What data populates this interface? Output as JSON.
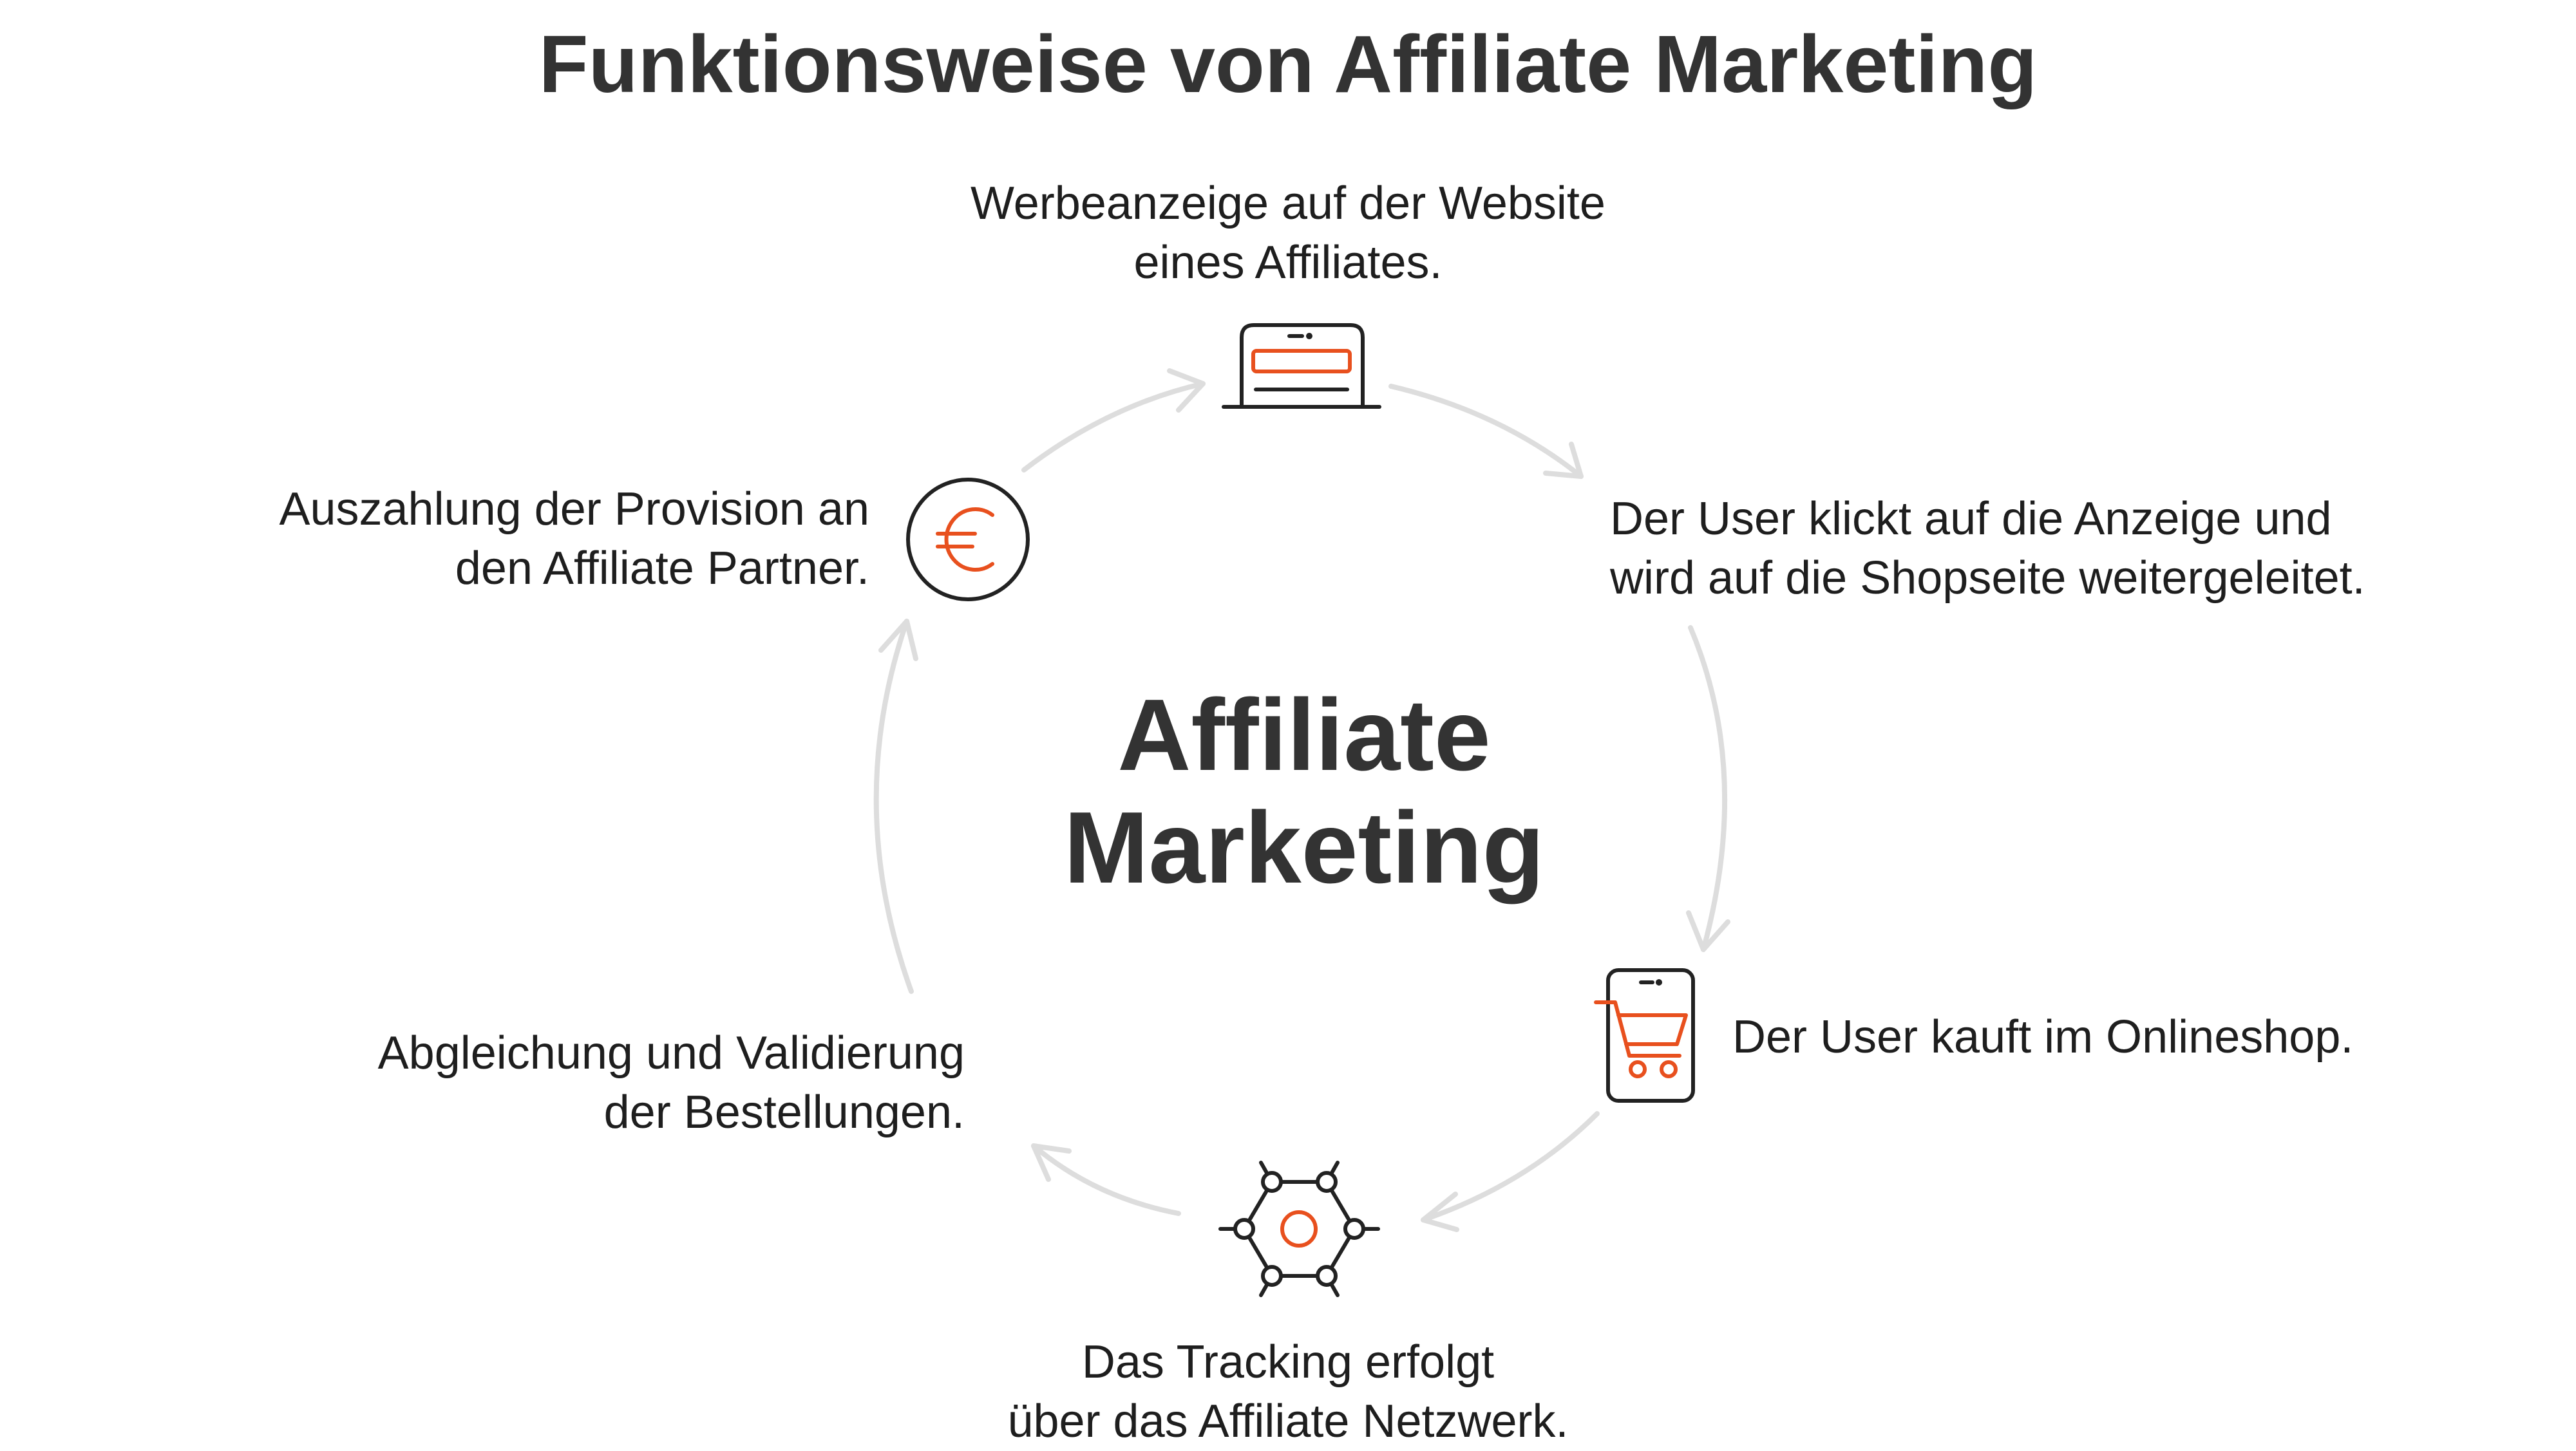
{
  "title": "Funktionsweise von Affiliate Marketing",
  "center": {
    "line1": "Affiliate",
    "line2": "Marketing"
  },
  "colors": {
    "accent": "#e8501e",
    "stroke": "#222222",
    "arrow": "#dddddd",
    "text": "#333333"
  },
  "steps": [
    {
      "icon": "laptop-ad-icon",
      "line1": "Werbeanzeige auf der Website",
      "line2": "eines Affiliates."
    },
    {
      "icon": "none",
      "line1": "Der User klickt auf die Anzeige und",
      "line2": "wird auf die Shopseite weitergeleitet."
    },
    {
      "icon": "smartphone-cart-icon",
      "line1": "Der User kauft im Onlineshop.",
      "line2": ""
    },
    {
      "icon": "network-hexagon-icon",
      "line1": "Das Tracking erfolgt",
      "line2": "über das Affiliate Netzwerk."
    },
    {
      "icon": "none",
      "line1": "Abgleichung und Validierung",
      "line2": "der Bestellungen."
    },
    {
      "icon": "euro-coin-icon",
      "line1": "Auszahlung der Provision an",
      "line2": "den Affiliate Partner."
    }
  ]
}
